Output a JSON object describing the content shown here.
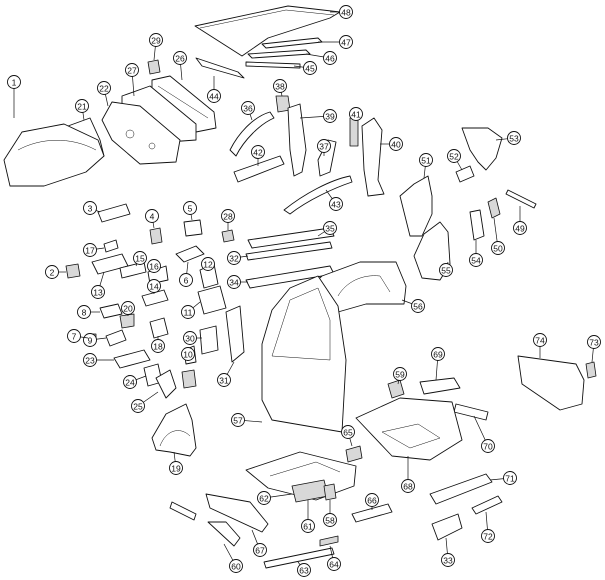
{
  "diagram": {
    "type": "exploded-parts-diagram",
    "callouts": [
      "1",
      "2",
      "3",
      "4",
      "5",
      "6",
      "8",
      "9",
      "10",
      "11",
      "12",
      "13",
      "14",
      "15",
      "16",
      "17",
      "18",
      "19",
      "20",
      "21",
      "22",
      "23",
      "24",
      "25",
      "26",
      "27",
      "28",
      "29",
      "30",
      "31",
      "32",
      "33",
      "34",
      "35",
      "36",
      "37",
      "38",
      "39",
      "40",
      "41",
      "42",
      "43",
      "44",
      "45",
      "46",
      "47",
      "48",
      "49",
      "50",
      "51",
      "52",
      "53",
      "54",
      "55",
      "56",
      "57",
      "58",
      "59",
      "60",
      "61",
      "62",
      "63",
      "64",
      "65",
      "66",
      "67",
      "68",
      "69",
      "70",
      "71",
      "72",
      "73",
      "74",
      "7"
    ]
  }
}
